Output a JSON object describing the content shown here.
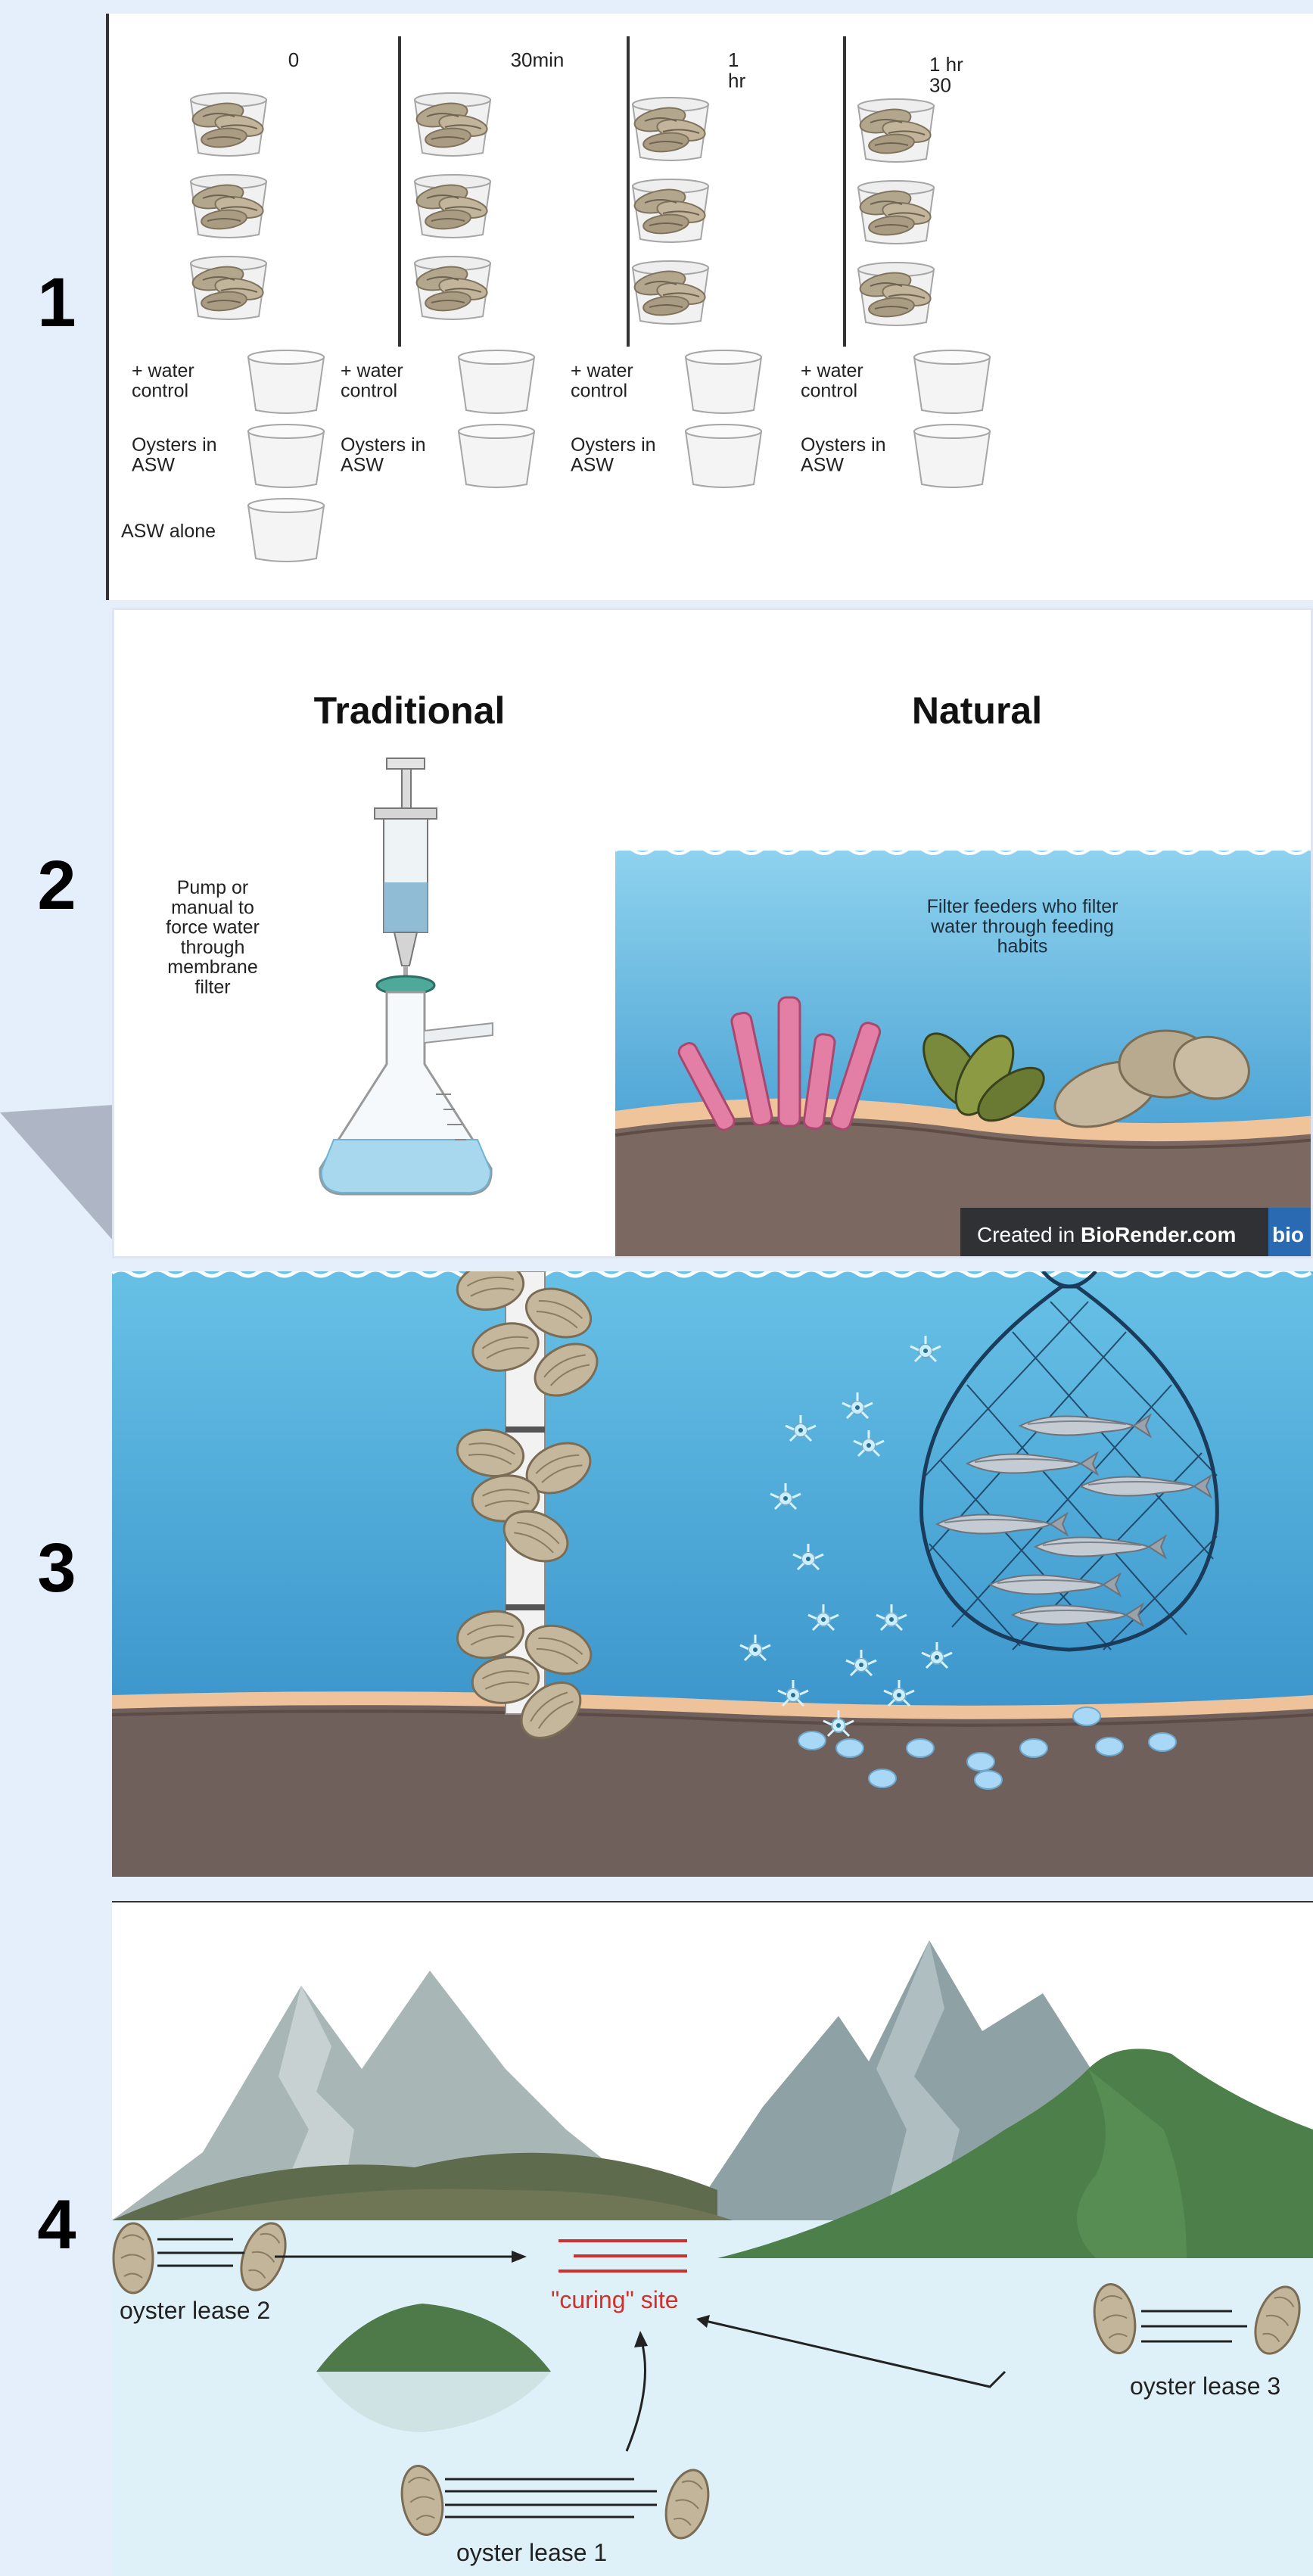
{
  "panel_numbers": [
    "1",
    "2",
    "3",
    "4"
  ],
  "panel1": {
    "timepoints": [
      "0",
      "30min",
      "1\nhr",
      "1 hr\n30"
    ],
    "control_labels": [
      "+ water\ncontrol",
      "Oysters in\nASW"
    ],
    "asw_alone": "ASW alone"
  },
  "panel2": {
    "traditional_title": "Traditional",
    "natural_title": "Natural",
    "traditional_caption": "Pump or\nmanual to\nforce water\nthrough\nmembrane\nfilter",
    "natural_caption": "Filter feeders who filter\nwater through feeding\nhabits",
    "watermark_prefix": "Created in ",
    "watermark_brand": "BioRender.com",
    "watermark_badge": "bio"
  },
  "panel4": {
    "lease_2": "oyster lease 2",
    "lease_3": "oyster lease 3",
    "lease_1": "oyster lease 1",
    "curing_site": "\"curing\" site"
  },
  "colors": {
    "page_bg": "#e5eefb",
    "curing_red": "#d0312d",
    "water_blue": "#5fb8e0",
    "sediment_brown": "#6f605b",
    "oyster_tan": "#b8ab92"
  }
}
